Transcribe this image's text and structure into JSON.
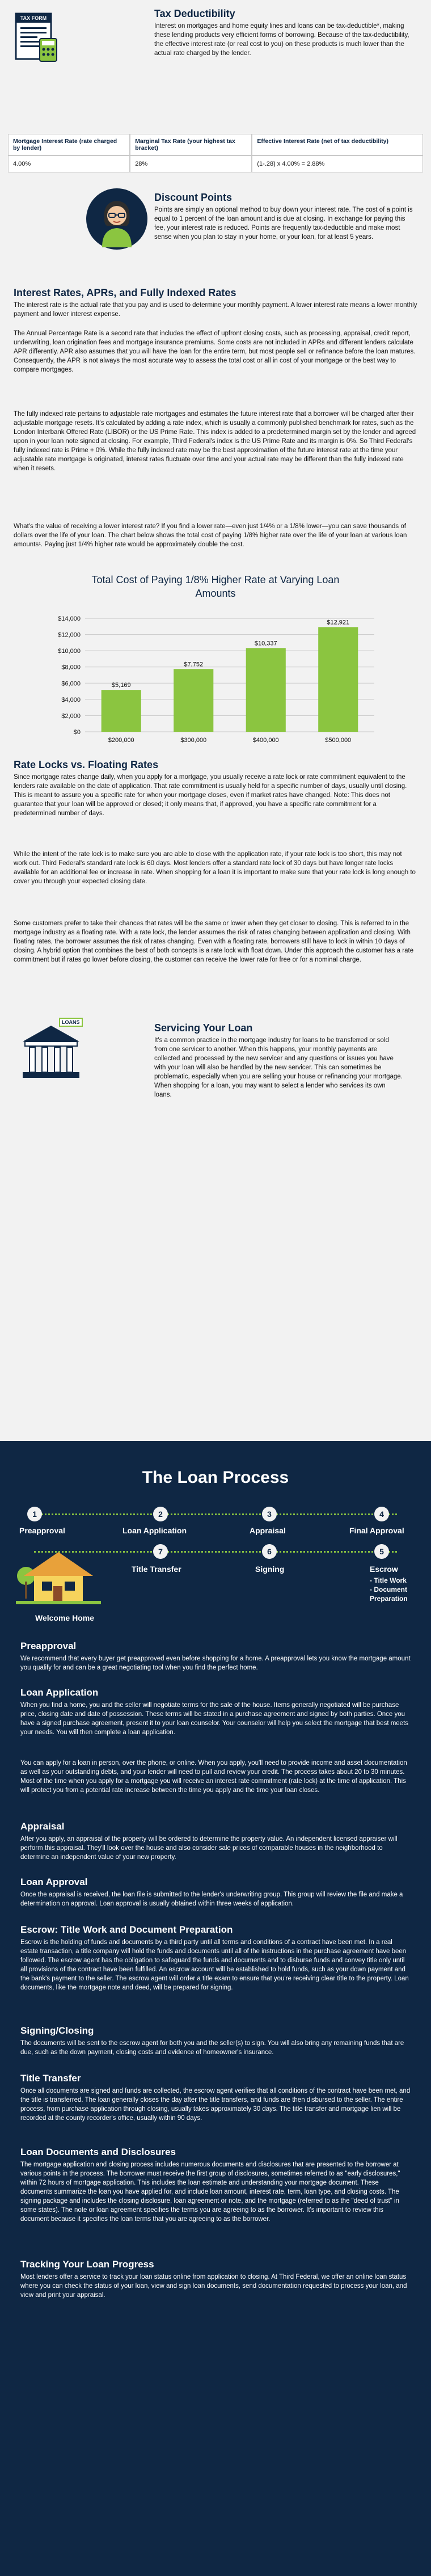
{
  "tax": {
    "title": "Tax Deductibility",
    "paragraph": "Interest on mortgages and home equity lines and loans can be tax-deductible*, making these lending products very efficient forms of borrowing. Because of the tax-deductibility, the effective interest rate (or real cost to you) on these products is much lower than the actual rate charged by the lender.",
    "icon_label": "TAX FORM",
    "table": {
      "headers": [
        "Mortgage Interest Rate (rate charged by lender)",
        "Marginal Tax Rate (your highest tax bracket)",
        "Effective Interest Rate (net of tax deductibility)"
      ],
      "row": [
        "4.00%",
        "28%",
        "(1-.28) x 4.00% = 2.88%"
      ]
    }
  },
  "discount": {
    "title": "Discount Points",
    "paragraph": "Points are simply an optional method to buy down your interest rate. The cost of a point is equal to 1 percent of the loan amount and is due at closing. In exchange for paying this fee, your interest rate is reduced. Points are frequently tax-deductible and make most sense when you plan to stay in your home, or your loan, for at least 5 years."
  },
  "rates": {
    "title": "Interest Rates, APRs, and Fully Indexed Rates",
    "p1": "The interest rate is the actual rate that you pay and is used to determine your monthly payment. A lower interest rate means a lower monthly payment and lower interest expense.",
    "p2": "The Annual Percentage Rate is a second rate that includes the effect of upfront closing costs, such as processing, appraisal, credit report, underwriting, loan origination fees and mortgage insurance premiums. Some costs are not included in APRs and different lenders calculate APR differently. APR also assumes that you will have the loan for the entire term, but most people sell or refinance before the loan matures. Consequently, the APR is not always the most accurate way to assess the total cost or all in cost of your mortgage or the best way to compare mortgages.",
    "p3": "The fully indexed rate pertains to adjustable rate mortgages and estimates the future interest rate that a borrower will be charged after their adjustable mortgage resets. It's calculated by adding a rate index, which is usually a commonly published benchmark for rates, such as the London Interbank Offered Rate (LIBOR) or the US Prime Rate. This index is added to a predetermined margin set by the lender and agreed upon in your loan note signed at closing. For example, Third Federal's index is the US Prime Rate and its margin is 0%. So Third Federal's fully indexed rate is Prime + 0%. While the fully indexed rate may be the best approximation of the future interest rate at the time your adjustable rate mortgage is originated, interest rates fluctuate over time and your actual rate may be different than the fully indexed rate when it resets.",
    "p4": "What's the value of receiving a lower interest rate? If you find a lower rate—even just 1/4% or a 1/8% lower—you can save thousands of dollars over the life of your loan. The chart below shows the total cost of paying 1/8% higher rate over the life of your loan at various loan amounts¹. Paying just 1/4% higher rate would be approximately double the cost."
  },
  "chart_data": {
    "type": "bar",
    "title": "Total Cost of Paying 1/8% Higher Rate at Varying Loan Amounts",
    "categories": [
      "$200,000",
      "$300,000",
      "$400,000",
      "$500,000"
    ],
    "values": [
      5169,
      7752,
      10337,
      12921
    ],
    "value_labels": [
      "$5,169",
      "$7,752",
      "$10,337",
      "$12,921"
    ],
    "y_ticks": [
      "$0",
      "$2,000",
      "$4,000",
      "$6,000",
      "$8,000",
      "$10,000",
      "$12,000",
      "$14,000"
    ],
    "ylim": [
      0,
      14000
    ],
    "grid": true,
    "bar_color": "#8bc540"
  },
  "locks": {
    "title": "Rate Locks vs. Floating Rates",
    "p1": "Since mortgage rates change daily, when you apply for a mortgage, you usually receive a rate lock or rate commitment equivalent to the lenders rate available on the date of application. That rate commitment is usually held for a specific number of days, usually until closing. This is meant to assure you a specific rate for when your mortgage closes, even if market rates have changed. Note: This does not guarantee that your loan will be approved or closed; it only means that, if approved, you have a specific rate commitment for a predetermined number of days.",
    "p2": "While the intent of the rate lock is to make sure you are able to close with the application rate, if your rate lock is too short, this may not work out. Third Federal's standard rate lock is 60 days. Most lenders offer a standard rate lock of 30 days but have longer rate locks available for an additional fee or increase in rate. When shopping for a loan it is important to make sure that your rate lock is long enough to cover you through your expected closing date.",
    "p3": "Some customers prefer to  take their chances that rates will be the same or lower when they get closer to closing. This is referred to in the mortgage industry as a floating rate. With a rate lock, the lender assumes the risk of rates changing between application and closing. With floating rates, the borrower assumes the risk of rates changing. Even with a floating rate, borrowers still have to lock in within 10 days of closing. A hybrid option that combines the best of both concepts is a rate lock with float down. Under this approach the customer has a rate commitment but if rates go lower before closing, the customer can receive the lower rate for free or for a nominal charge."
  },
  "servicing": {
    "title": "Servicing Your Loan",
    "icon_label": "LOANS",
    "paragraph": "It's a common practice in the mortgage industry for loans to be transferred or sold from one servicer to another. When this happens, your monthly payments are collected and processed by the new servicer and any questions or issues you have with your loan will also be handled by the new servicer. This can sometimes be problematic, especially when you are selling your house or refinancing your mortgage. When shopping for a loan, you may want to select a lender who services its own loans."
  },
  "process": {
    "title": "The Loan Process",
    "steps": [
      {
        "num": "1",
        "label": "Preapproval"
      },
      {
        "num": "2",
        "label": "Loan Application"
      },
      {
        "num": "3",
        "label": "Appraisal"
      },
      {
        "num": "4",
        "label": "Final Approval"
      },
      {
        "num": "5",
        "label": "Escrow"
      },
      {
        "num": "6",
        "label": "Signing"
      },
      {
        "num": "7",
        "label": "Title Transfer"
      }
    ],
    "escrow_items": [
      "- Title Work",
      "- Document Preparation"
    ],
    "welcome": "Welcome Home"
  },
  "details": [
    {
      "title": "Preapproval",
      "paragraphs": [
        "We recommend that every buyer get preapproved even before shopping for a home. A preapproval lets you know the mortgage amount you qualify for and can be a great negotiating tool when you find the perfect home."
      ]
    },
    {
      "title": "Loan Application",
      "paragraphs": [
        "When you find a home, you and the seller will negotiate terms for the sale of the house. Items generally negotiated will be purchase price, closing date and date of possession. These terms will be stated in a purchase agreement and signed by both parties. Once you have a signed purchase agreement, present it to your loan counselor. Your counselor will help you select the mortgage that best meets your needs. You will then complete a loan application.",
        "You can apply for a loan in person, over the phone, or online. When you apply, you'll need to provide income and asset documentation as well as your outstanding debts, and your lender will need to pull and review your credit. The process takes about 20 to 30 minutes. Most of the time when you apply for a mortgage you will receive an interest rate commitment (rate lock) at the time of application. This will protect you from a potential rate increase between the time you apply and the time your loan closes."
      ]
    },
    {
      "title": "Appraisal",
      "paragraphs": [
        "After you apply, an appraisal of the property will be ordered to determine the property value. An independent licensed appraiser will perform this appraisal. They'll look over the house and also consider sale prices of comparable houses in the neighborhood to determine an independent value of your new property."
      ]
    },
    {
      "title": "Loan Approval",
      "paragraphs": [
        "Once the appraisal is received, the loan file is submitted to the lender's underwriting group. This group will review the file and make a determination on approval. Loan approval is usually obtained within three weeks of application."
      ]
    },
    {
      "title": "Escrow: Title Work and Document Preparation",
      "paragraphs": [
        "Escrow is the holding of funds and documents by a third party until all terms and conditions of a contract have been met. In a real estate transaction, a title company will hold the funds and documents until all of the instructions in the purchase agreement have been followed. The escrow agent has the obligation to safeguard the funds and documents and to disburse funds and convey title only until all provisions of the contract have been fulfilled. An escrow account will be established to hold funds, such as your down payment and the bank's payment to the seller. The escrow agent will order a title exam to ensure that you're receiving clear title to the property. Loan documents, like the mortgage note and deed, will be prepared for signing."
      ]
    },
    {
      "title": "Signing/Closing",
      "paragraphs": [
        "The documents will be sent to the escrow agent for both you and the seller(s) to sign. You will also bring any remaining funds that are due, such as the down payment, closing costs and evidence of homeowner's insurance."
      ]
    },
    {
      "title": "Title Transfer",
      "paragraphs": [
        "Once all documents are signed and funds are collected, the escrow agent verifies that all conditions of the contract have been met, and the title is transferred. The loan generally closes the day after the title transfers, and funds are then disbursed to the seller. The entire process, from purchase application through closing, usually takes approximately 30 days. The title transfer and mortgage lien will be recorded at the county recorder's office, usually within 90 days."
      ]
    },
    {
      "title": "Loan Documents and Disclosures",
      "paragraphs": [
        "The mortgage application and closing process includes numerous documents and disclosures that are presented to the borrower at various points in the process. The borrower must receive the first group of disclosures, sometimes referred to as \"early disclosures,\" within 72 hours of mortgage application. This includes the loan estimate and understanding your mortgage document. These documents summarize the loan you have applied for, and include loan amount, interest rate, term, loan type, and closing costs. The signing package and includes the closing disclosure, loan agreement or note, and the mortgage (referred to as the \"deed of trust\" in some states). The note or loan agreement specifies the terms you are agreeing to as the borrower. It's important to review this document because it specifies the loan terms that you are agreeing to as the borrower."
      ]
    },
    {
      "title": "Tracking Your Loan Progress",
      "paragraphs": [
        "Most lenders offer a service to track your loan status online from application to closing. At Third Federal, we offer an online loan status where you can check the status of your loan, view and sign loan documents, send documentation requested to process your loan, and view and print your appraisal."
      ]
    }
  ]
}
